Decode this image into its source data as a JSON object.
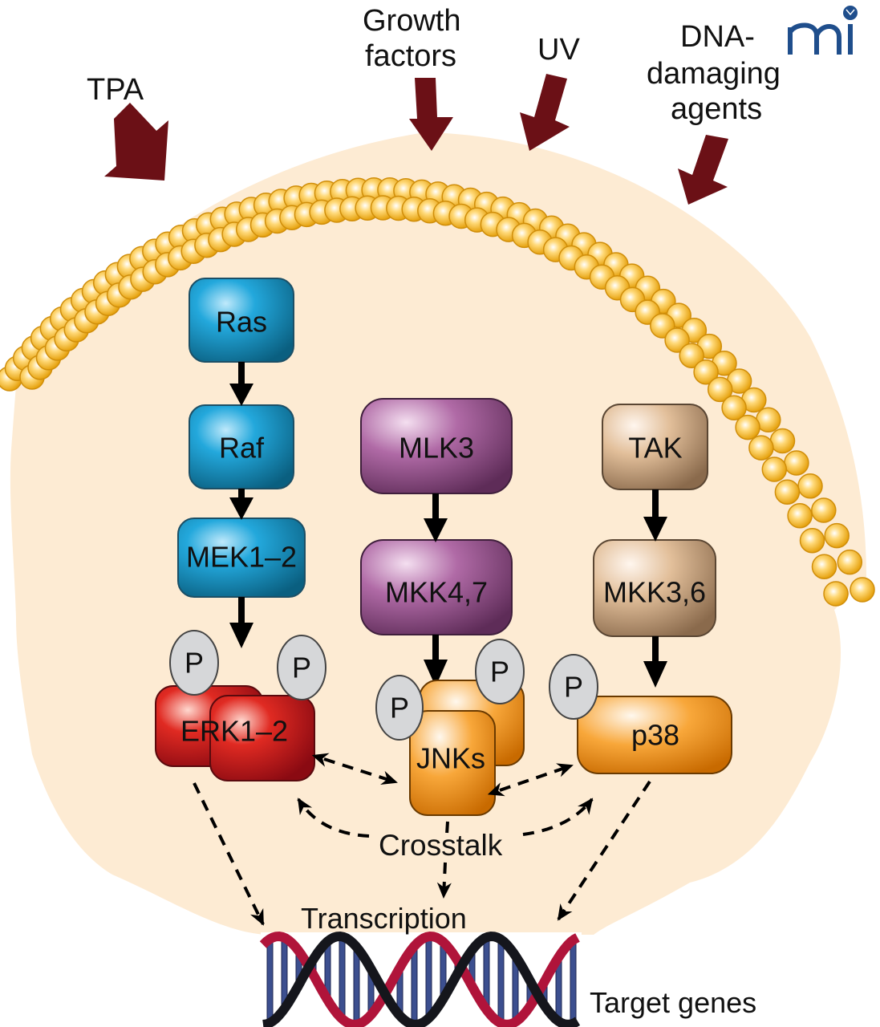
{
  "logo": {
    "text": "mi",
    "color": "#1f4e8c"
  },
  "stimuli": [
    {
      "id": "tpa",
      "label": "TPA"
    },
    {
      "id": "growth-factors",
      "label_lines": [
        "Growth",
        "factors"
      ]
    },
    {
      "id": "uv",
      "label": "UV"
    },
    {
      "id": "dna-damaging",
      "label_lines": [
        "DNA-",
        "damaging",
        "agents"
      ]
    }
  ],
  "colors": {
    "stimulus_arrow": "#6b1016",
    "cytoplasm": "#fdebd3",
    "lipid": "#f3b82c",
    "erk_pathway": "#1aa0d6",
    "jnk_pathway": "#a2569a",
    "p38_pathway": "#d9b48e",
    "erk": "#c8141c",
    "jnk_p38": "#f2900e",
    "phosphate": "#d6d7d9"
  },
  "pathways": {
    "erk": {
      "nodes": [
        "Ras",
        "Raf",
        "MEK1–2"
      ],
      "kinase": "ERK1–2"
    },
    "jnk": {
      "nodes": [
        "MLK3",
        "MKK4,7"
      ],
      "kinase": "JNKs"
    },
    "p38": {
      "nodes": [
        "TAK",
        "MKK3,6"
      ],
      "kinase": "p38"
    }
  },
  "phosphate_label": "P",
  "crosstalk_label": "Crosstalk",
  "transcription_label": "Transcription",
  "target_genes_label": "Target genes"
}
